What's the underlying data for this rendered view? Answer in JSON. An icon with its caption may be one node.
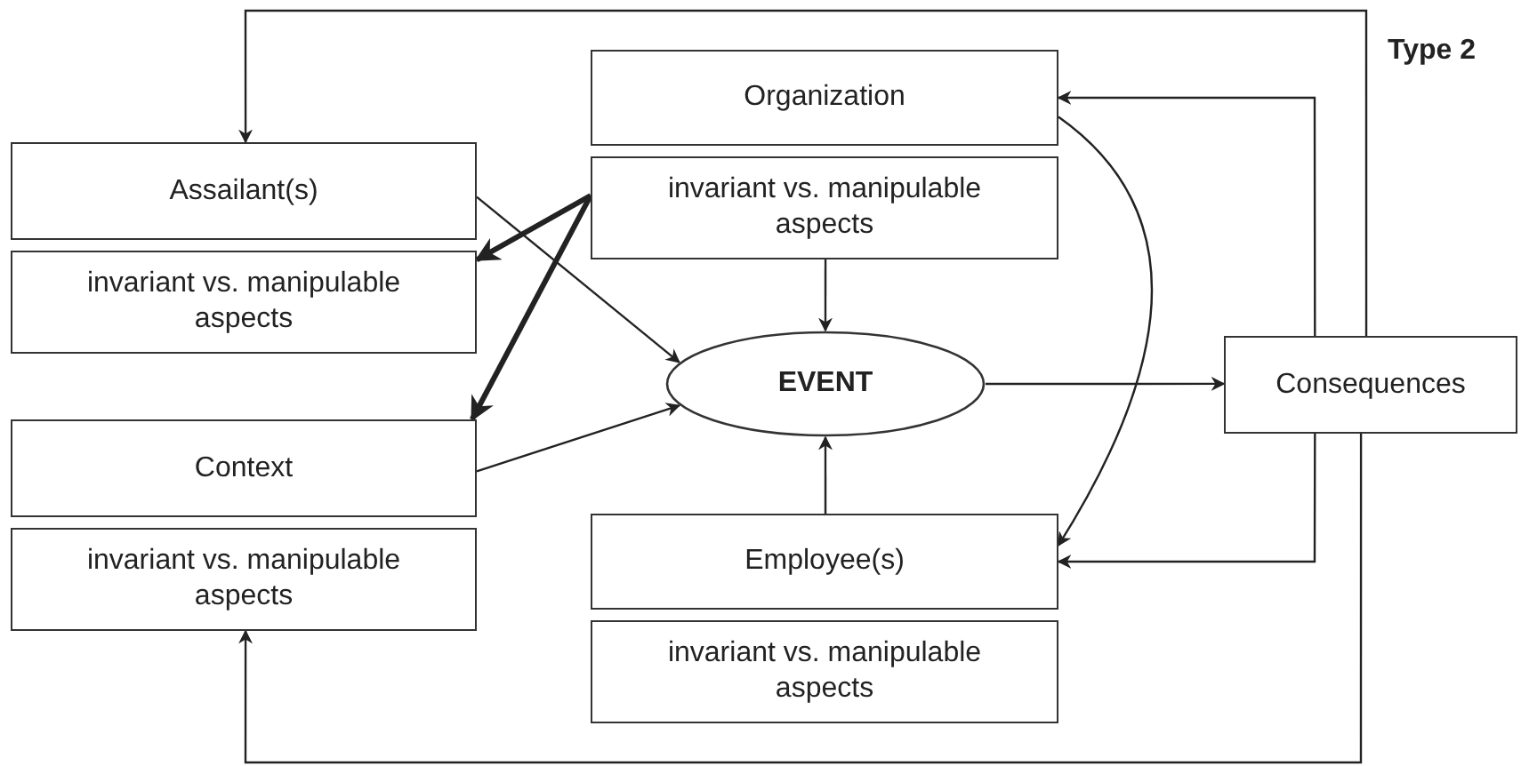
{
  "diagram": {
    "nodes": [
      {
        "text": [
          "Organization"
        ]
      },
      {
        "text": [
          "invariant vs. manipulable aspects"
        ]
      },
      {
        "text": [
          "Assailant(s)"
        ]
      },
      {
        "text": [
          "invariant vs. manipulable aspects"
        ]
      },
      {
        "text": [
          "EVENT"
        ]
      },
      {
        "text": [
          "Consequences"
        ]
      },
      {
        "text": [
          "Context"
        ]
      },
      {
        "text": [
          "invariant vs. manipulable aspects"
        ]
      },
      {
        "text": [
          "Employee(s)"
        ]
      },
      {
        "text": [
          "invariant vs. manipulable aspects"
        ]
      }
    ],
    "edges": [
      {
        "from": 5,
        "to": 0,
        "arrow": "to"
      },
      {
        "from": 5,
        "to": 2,
        "arrow": "to"
      },
      {
        "from": 0,
        "to": 8,
        "arrow": "to"
      },
      {
        "from": 1,
        "to": 3,
        "arrow": "to",
        "style": "thick"
      },
      {
        "from": 1,
        "to": 6,
        "arrow": "to",
        "style": "thick"
      },
      {
        "from": 1,
        "to": 4,
        "arrow": "to"
      },
      {
        "from": 2,
        "to": 4,
        "arrow": "to"
      },
      {
        "from": 6,
        "to": 4,
        "arrow": "to"
      },
      {
        "from": 4,
        "to": 5,
        "arrow": "to"
      },
      {
        "from": 8,
        "to": 4,
        "arrow": "to"
      },
      {
        "from": 5,
        "to": 8,
        "arrow": "to"
      },
      {
        "from": 5,
        "to": 7,
        "arrow": "to"
      }
    ],
    "labels": [
      "Type 2"
    ]
  }
}
